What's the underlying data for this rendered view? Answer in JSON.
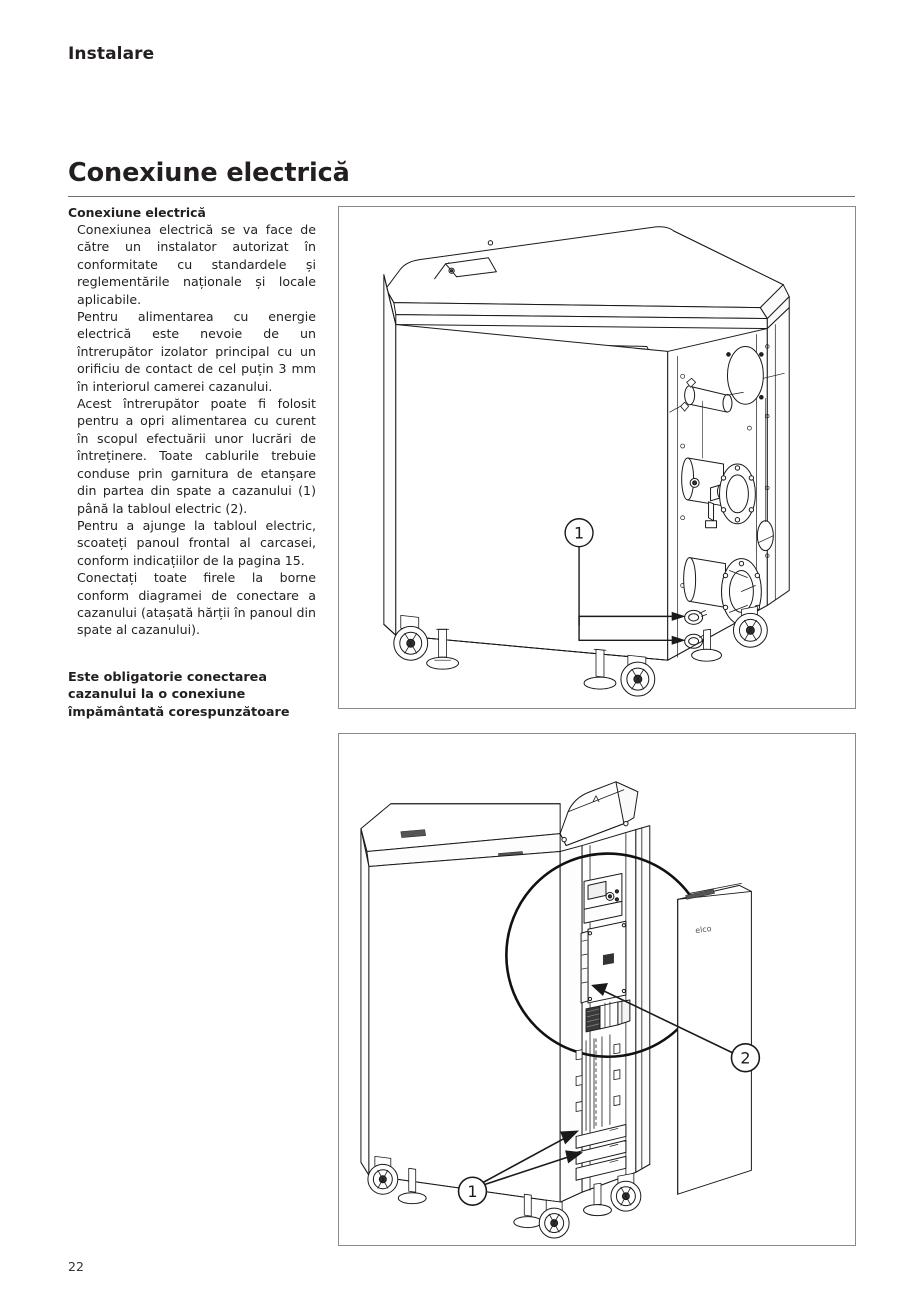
{
  "document": {
    "running_head": "Instalare",
    "chapter_title": "Conexiune electrică",
    "page_number": "22"
  },
  "text_column": {
    "sub_head": "Conexiune electrică",
    "paragraphs": [
      "Conexiunea electrică se va face de către un instalator autorizat în conformitate cu standardele și reglementările naționale și locale aplicabile.",
      "Pentru alimentarea cu energie electrică este nevoie de un întrerupător izolator principal cu un orificiu de contact de cel puțin 3 mm în interiorul camerei cazanului.",
      "Acest întrerupător poate fi folosit pentru a opri alimentarea cu curent în scopul efectuării unor lucrări de întreținere. Toate cablurile trebuie conduse prin garnitura de etanșare din partea din spate a cazanului (1) până la tabloul electric (2).",
      "Pentru a ajunge la tabloul electric, scoateți panoul frontal al carcasei, conform indicațiilor de la pagina 15.",
      "Conectați toate firele la borne conform diagramei de conectare a cazanului (atașată hărții în panoul din spate al cazanului)."
    ],
    "note": "Este obligatorie conectarea cazanului la o conexiune împământată corespunzătoare"
  },
  "figures": [
    {
      "id": "figure-1",
      "caption_labels": [
        "1"
      ],
      "description": "Vedere din spate a cazanului cu roți pivotante și picioare reglabile; săgeți către garniturile de etanșare a cablurilor"
    },
    {
      "id": "figure-2",
      "caption_labels": [
        "1",
        "2"
      ],
      "description": "Cazan cu capacul superior deschis și panou frontal demontat; detaliu mărit al tabloului electric",
      "panel_logo": "elco"
    }
  ],
  "colors": {
    "text": "#231f20",
    "rule": "#6f6f6f",
    "figure_border": "#8a8a8a",
    "line_art": "#1a1a1a"
  }
}
